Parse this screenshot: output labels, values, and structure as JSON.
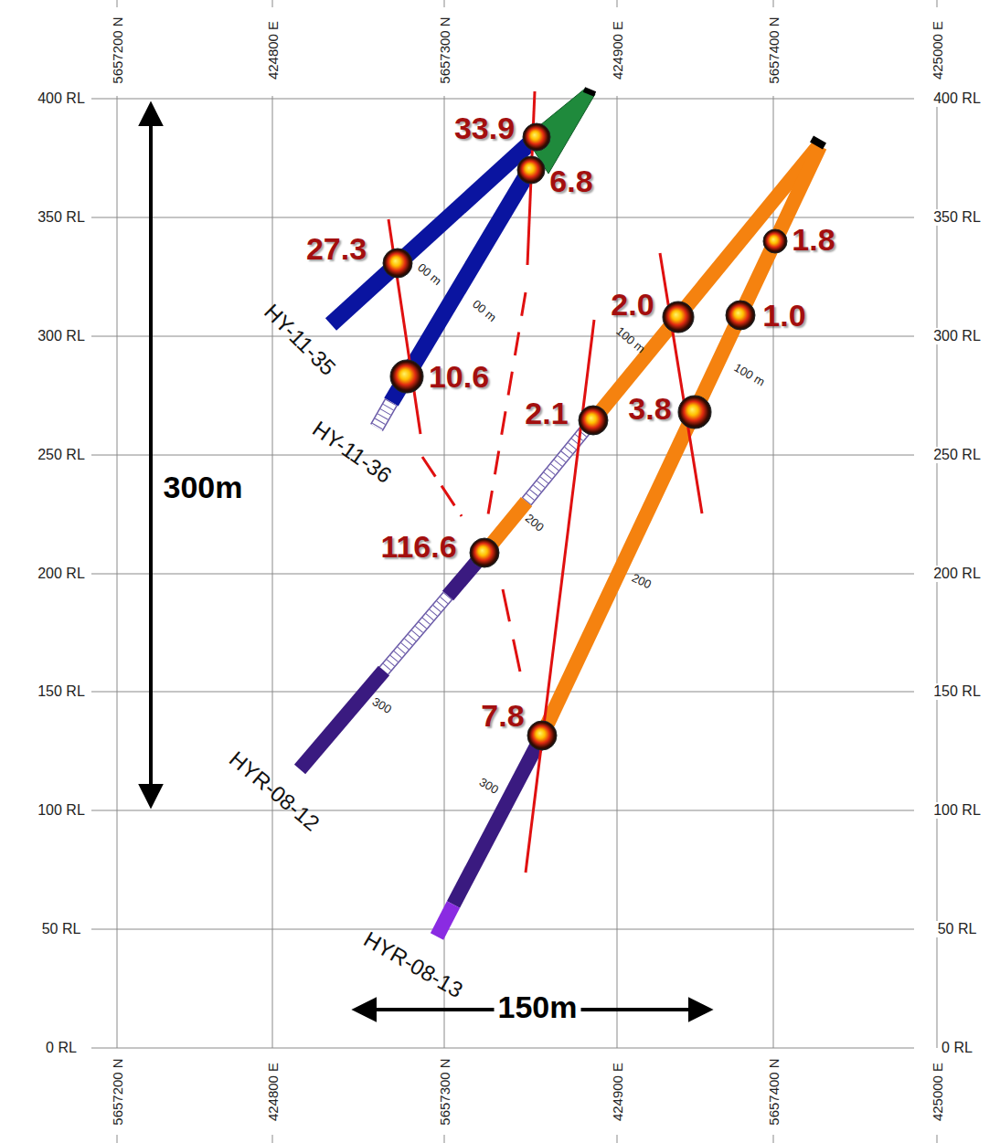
{
  "diagram": {
    "labels": [
      "400 RL",
      "350 RL",
      "300 RL",
      "250 RL",
      "200 RL",
      "150 RL",
      "100 RL",
      "50 RL",
      "0 RL",
      "400 RL",
      "350 RL",
      "300 RL",
      "250 RL",
      "200 RL",
      "150 RL",
      "100 RL",
      "50 RL",
      "0 RL",
      "5657200 N",
      "424800 E",
      "5657300 N",
      "424900 E",
      "5657400 N",
      "425000 E",
      "5657200 N",
      "424800 E",
      "5657300 N",
      "424900 E",
      "5657400 N",
      "425000 E",
      "33.9",
      "6.8",
      "27.3",
      "10.6",
      "116.6",
      "2.1",
      "2.0",
      "1.8",
      "1.0",
      "3.8",
      "7.8",
      "HY-11-35",
      "HY-11-36",
      "HYR-08-12",
      "HYR-08-13",
      "00 m",
      "00 m",
      "100 m",
      "100 m",
      "200",
      "200",
      "300",
      "300",
      "300m",
      "150m"
    ]
  }
}
